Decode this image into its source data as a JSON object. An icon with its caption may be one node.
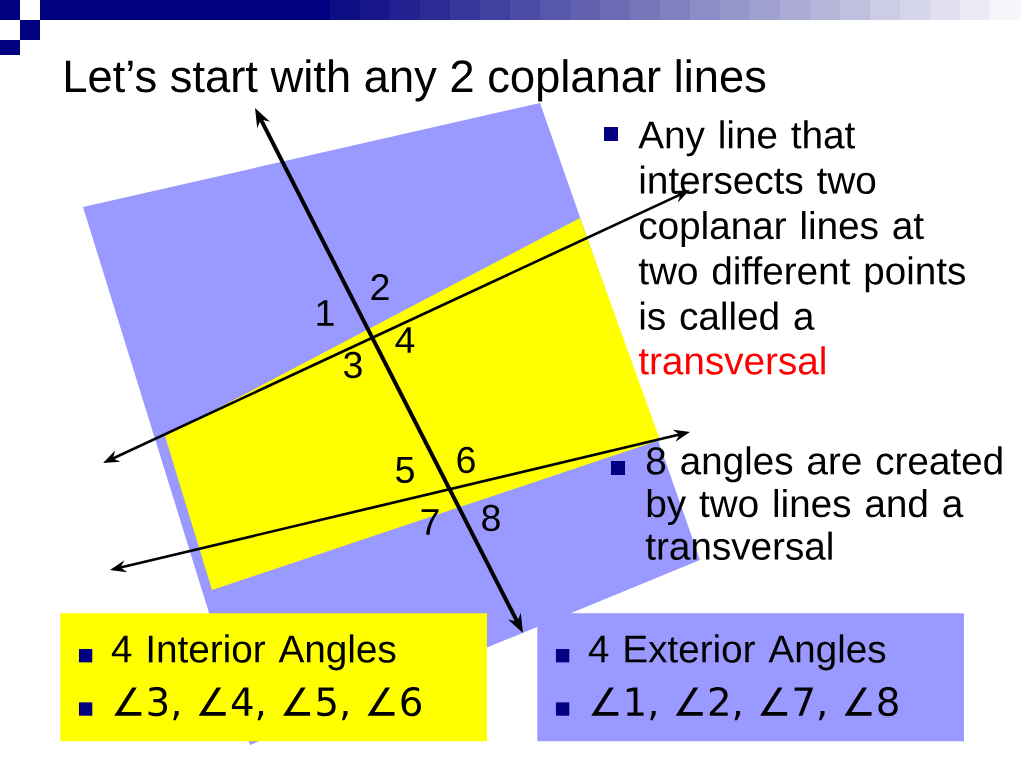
{
  "diagram": {
    "title": "Let’s start with any 2 coplanar lines",
    "nodes": [
      {
        "text": [
          "4 Interior Angles",
          "∠3, ∠4, ∠5, ∠6"
        ]
      },
      {
        "text": [
          "4 Exterior Angles",
          "∠1, ∠2, ∠7, ∠8"
        ]
      }
    ],
    "labels": [
      "1",
      "2",
      "3",
      "4",
      "5",
      "6",
      "7",
      "8",
      "Any line that intersects two coplanar lines at two different points is called a",
      "transversal",
      "8 angles are created by two lines and a transversal"
    ]
  }
}
